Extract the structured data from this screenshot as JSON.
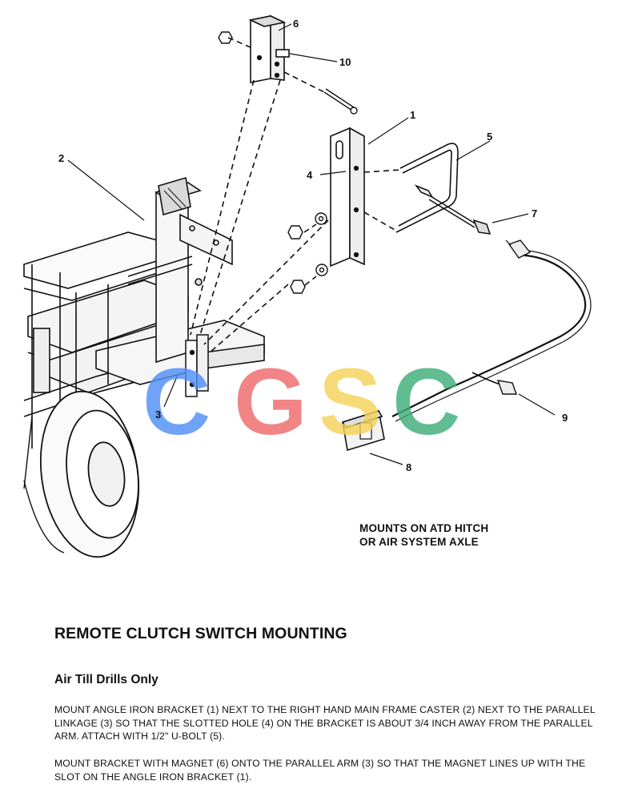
{
  "callouts": {
    "n1": "1",
    "n2": "2",
    "n3": "3",
    "n4": "4",
    "n5": "5",
    "n6": "6",
    "n7": "7",
    "n8": "8",
    "n9": "9",
    "n10": "10"
  },
  "watermark": {
    "text": "CGSC",
    "colors": [
      "#4f8ff7",
      "#ef6b6b",
      "#f5d25a",
      "#3fae7a"
    ]
  },
  "mount_note": {
    "line1": "MOUNTS ON ATD HITCH",
    "line2": "OR AIR SYSTEM AXLE"
  },
  "section": {
    "title": "REMOTE CLUTCH SWITCH MOUNTING",
    "subtitle": "Air Till Drills Only",
    "paragraph1": "MOUNT ANGLE IRON BRACKET (1) NEXT TO THE RIGHT HAND MAIN FRAME CASTER (2) NEXT TO THE PARALLEL LINKAGE (3) SO THAT THE SLOTTED HOLE (4) ON THE BRACKET IS ABOUT 3/4 INCH AWAY FROM THE PARALLEL ARM. ATTACH WITH 1/2\" U-BOLT (5).",
    "paragraph2": "MOUNT BRACKET WITH MAGNET (6) ONTO THE PARALLEL ARM (3) SO THAT THE MAGNET LINES UP WITH THE SLOT ON THE ANGLE IRON BRACKET (1)."
  }
}
